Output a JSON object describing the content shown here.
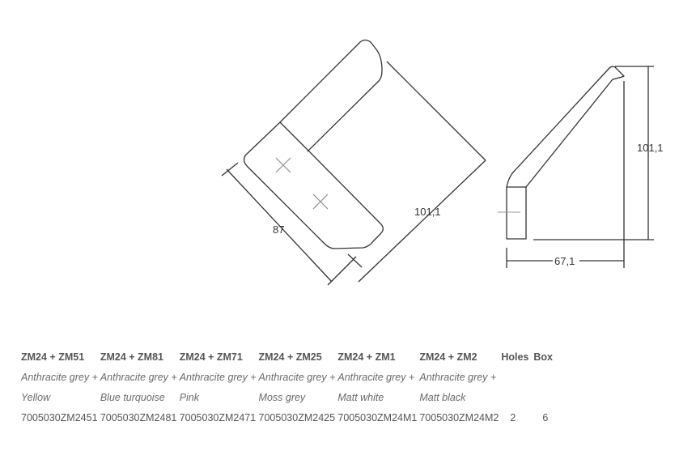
{
  "drawing": {
    "front_view": {
      "width_dim": "87",
      "length_dim": "101,1"
    },
    "side_view": {
      "height_dim": "101,1",
      "depth_dim": "67,1"
    }
  },
  "table": {
    "headers": [
      "ZM24 + ZM51",
      "ZM24 + ZM81",
      "ZM24 + ZM71",
      "ZM24 + ZM25",
      "ZM24 + ZM1",
      "ZM24 + ZM2",
      "Holes",
      "Box"
    ],
    "colour_line1": [
      "Anthracite grey +",
      "Anthracite grey +",
      "Anthracite grey +",
      "Anthracite grey +",
      "Anthracite grey +",
      "Anthracite grey +"
    ],
    "colour_line2": [
      "Yellow",
      "Blue turquoise",
      "Pink",
      "Moss grey",
      "Matt white",
      "Matt black"
    ],
    "codes": [
      "7005030ZM2451",
      "7005030ZM2481",
      "7005030ZM2471",
      "7005030ZM2425",
      "7005030ZM24M1",
      "7005030ZM24M2"
    ],
    "holes": "2",
    "box": "6"
  }
}
